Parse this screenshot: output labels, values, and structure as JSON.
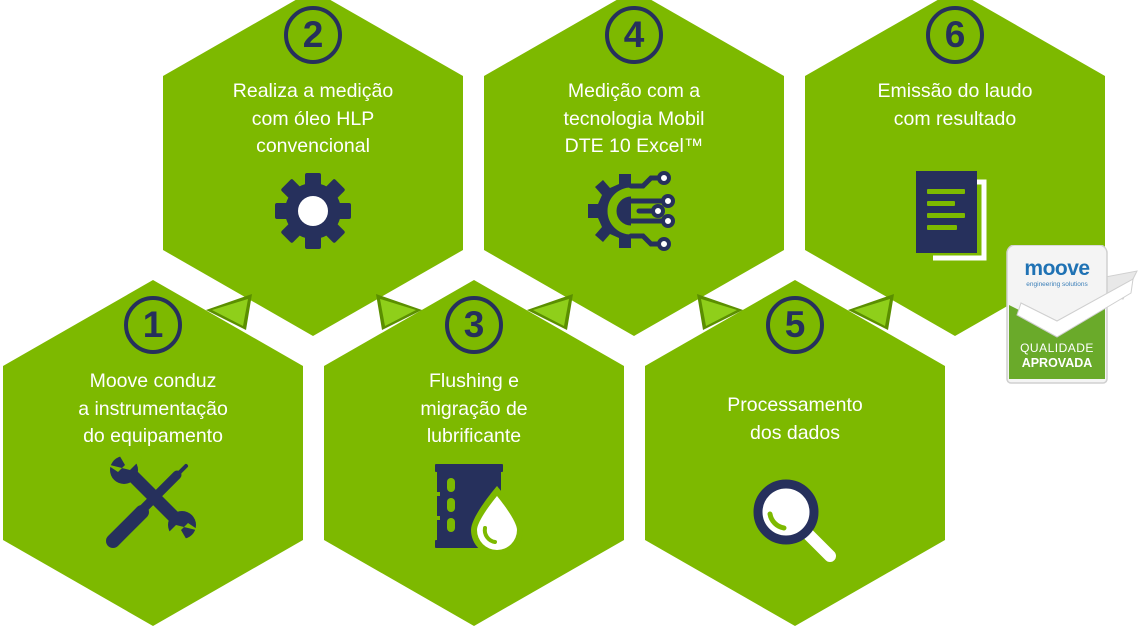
{
  "colors": {
    "hex_green": "#7db900",
    "icon_navy": "#26305c",
    "arrow_green_dark": "#5b8f00",
    "arrow_green_light": "#8fcf1a",
    "seal_blue": "#1f72b4",
    "seal_green": "#6aaa2a"
  },
  "steps": [
    {
      "number": "1",
      "lines": [
        "Moove conduz",
        "a instrumentação",
        "do equipamento"
      ],
      "icon": "tools-icon"
    },
    {
      "number": "2",
      "lines": [
        "Realiza a medição",
        "com óleo HLP",
        "convencional"
      ],
      "icon": "gear-icon"
    },
    {
      "number": "3",
      "lines": [
        "Flushing e",
        "migração de",
        "lubrificante"
      ],
      "icon": "oil-barrel-drop-icon"
    },
    {
      "number": "4",
      "lines": [
        "Medição com a",
        "tecnologia Mobil",
        "DTE 10 Excel™"
      ],
      "icon": "gear-circuit-icon"
    },
    {
      "number": "5",
      "lines": [
        "Processamento",
        "dos dados"
      ],
      "icon": "magnifier-icon"
    },
    {
      "number": "6",
      "lines": [
        "Emissão do laudo",
        "com resultado"
      ],
      "icon": "document-icon"
    }
  ],
  "seal": {
    "brand": "moove",
    "tagline": "engineering solutions",
    "line1": "QUALIDADE",
    "line2": "APROVADA"
  }
}
